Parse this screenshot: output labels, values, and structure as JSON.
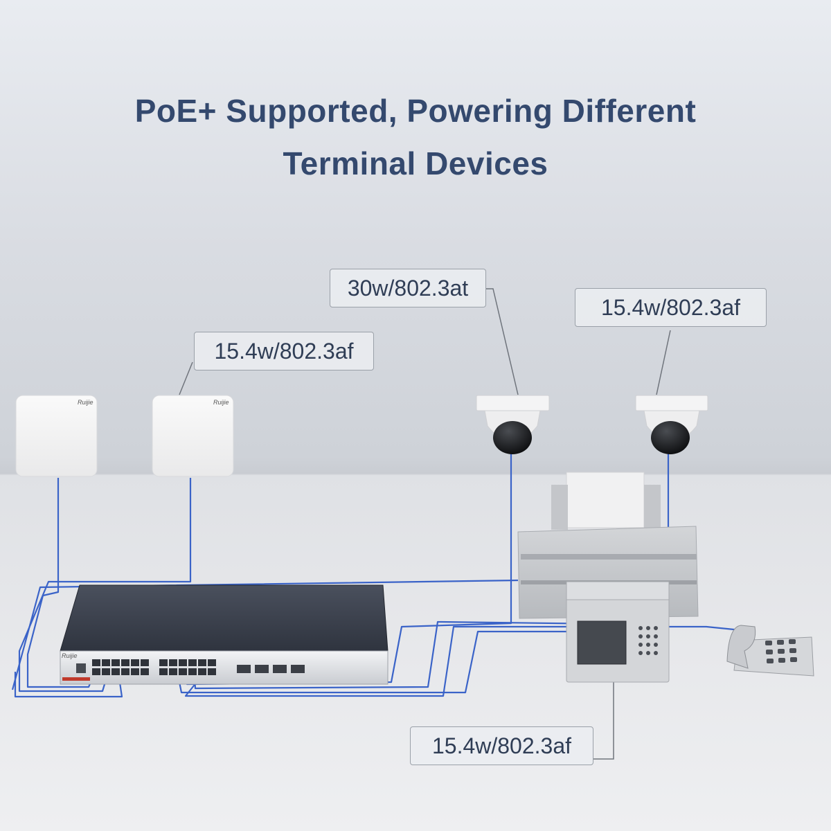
{
  "title": {
    "line1": "PoE+ Supported, Powering Different",
    "line2": "Terminal Devices"
  },
  "callouts": {
    "access_point": "15.4w/802.3af",
    "camera_left": "30w/802.3at",
    "camera_right": "15.4w/802.3af",
    "terminal": "15.4w/802.3af"
  },
  "devices": {
    "ap_brand": "Ruijie",
    "switch_brand": "Ruijie"
  },
  "colors": {
    "title": "#34496e",
    "cable": "#3a63c8",
    "switch_body": "#3b4150",
    "callout_border": "#9aa0a8"
  }
}
